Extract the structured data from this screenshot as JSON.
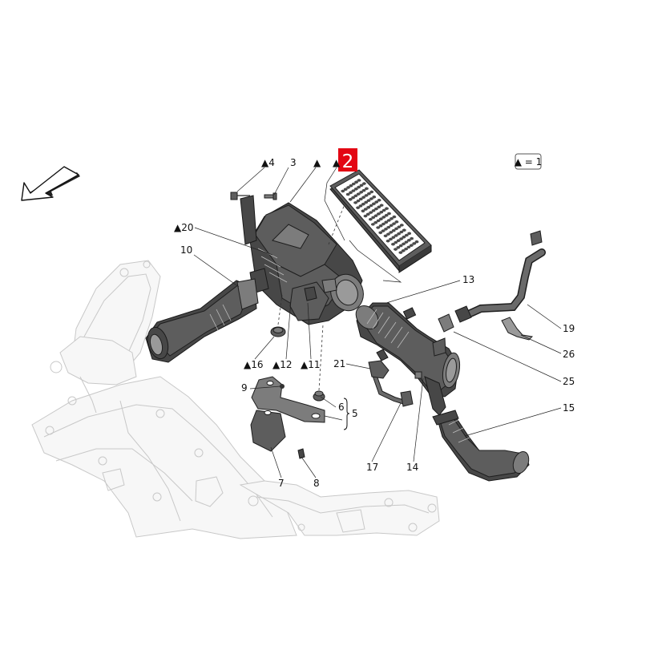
{
  "diagram": {
    "highlight": {
      "text": "2",
      "color": "#e30613",
      "text_color": "#ffffff"
    },
    "legend": {
      "text": "▲ = 1"
    },
    "direction_icon": "arrow-left-down-icon",
    "labels": [
      {
        "id": "label-4",
        "text": "▲4"
      },
      {
        "id": "label-3",
        "text": "3"
      },
      {
        "id": "label-triangle",
        "text": "▲"
      },
      {
        "id": "label-triangle-2",
        "text": "▲"
      },
      {
        "id": "label-20",
        "text": "▲20"
      },
      {
        "id": "label-10",
        "text": "10"
      },
      {
        "id": "label-13",
        "text": "13"
      },
      {
        "id": "label-19",
        "text": "19"
      },
      {
        "id": "label-26",
        "text": "26"
      },
      {
        "id": "label-25",
        "text": "25"
      },
      {
        "id": "label-15",
        "text": "15"
      },
      {
        "id": "label-16",
        "text": "▲16"
      },
      {
        "id": "label-12",
        "text": "▲12"
      },
      {
        "id": "label-11",
        "text": "▲11"
      },
      {
        "id": "label-21",
        "text": "21"
      },
      {
        "id": "label-9",
        "text": "9"
      },
      {
        "id": "label-6",
        "text": "6"
      },
      {
        "id": "label-5",
        "text": "5"
      },
      {
        "id": "label-7",
        "text": "7"
      },
      {
        "id": "label-8",
        "text": "8"
      },
      {
        "id": "label-17",
        "text": "17"
      },
      {
        "id": "label-14",
        "text": "14"
      }
    ]
  }
}
